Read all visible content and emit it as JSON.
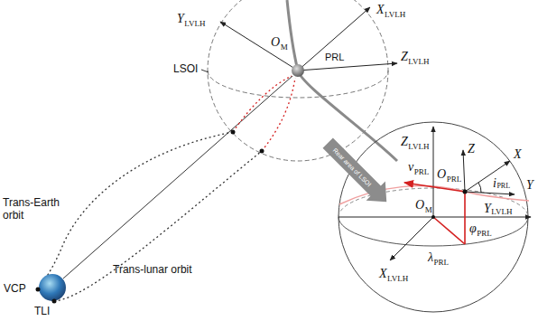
{
  "diagram": {
    "labels": [
      "Y",
      "LVLH",
      "X",
      "LVLH",
      "O",
      "M",
      "PRL",
      "Z",
      "LVLH",
      "LSOI",
      "Rear area of LSOI",
      "Trans-Earth orbit",
      "Trans-lunar orbit",
      "VCP",
      "TLI",
      "Z",
      "LVLH",
      "Z",
      "X",
      "v",
      "PRL",
      "i",
      "PRL",
      "O",
      "PRL",
      "Y",
      "O",
      "M",
      "Y",
      "LVLH",
      "φ",
      "PRL",
      "λ",
      "PRL",
      "X",
      "LVLH"
    ]
  }
}
